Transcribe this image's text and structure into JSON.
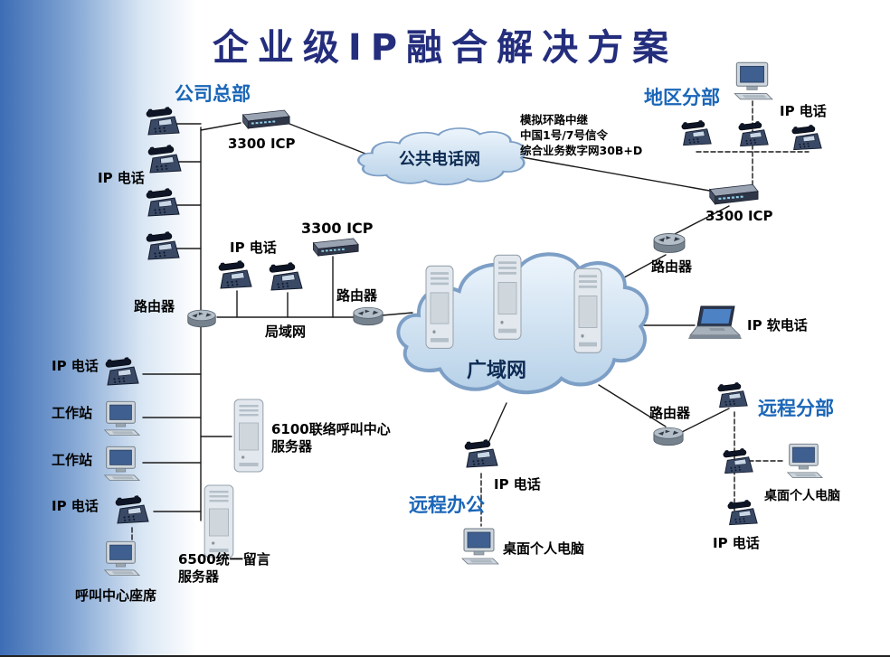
{
  "title": "企业级IP融合解决方案",
  "sections": {
    "hq": "公司总部",
    "regional": "地区分部",
    "remote_branch": "远程分部",
    "remote_office": "远程办公"
  },
  "clouds": {
    "pstn": "公共电话网",
    "wan": "广域网"
  },
  "trunk_note": {
    "line1": "模拟环路中继",
    "line2": "中国1号/7号信令",
    "line3": "综合业务数字网30B+D"
  },
  "labels": {
    "icp_hq": "3300 ICP",
    "icp_lan": "3300 ICP",
    "icp_regional": "3300 ICP",
    "ip_phone_hq": "IP 电话",
    "ip_phone_lan": "IP 电话",
    "ip_phone_regional": "IP 电话",
    "ip_phone_mid": "IP 电话",
    "ip_phone_low": "IP 电话",
    "ip_phone_office": "IP 电话",
    "ip_phone_remote": "IP 电话",
    "router_hq": "路由器",
    "router_lan": "路由器",
    "router_regional": "路由器",
    "router_remote": "路由器",
    "lan": "局域网",
    "softphone": "IP 软电话",
    "workstation_1": "工作站",
    "workstation_2": "工作站",
    "server_6100_line1": "6100联络呼叫中心",
    "server_6100_line2": "服务器",
    "server_6500_line1": "6500统一留言",
    "server_6500_line2": "服务器",
    "agent_seat": "呼叫中心座席",
    "desktop_office": "桌面个人电脑",
    "desktop_remote": "桌面个人电脑"
  },
  "colors": {
    "title": "#242e7d",
    "section_label": "#1a66b8",
    "band_left": "#3d6db5",
    "cloud_fill_light": "#edf5fc",
    "cloud_fill_dark": "#b7d1e8",
    "cloud_stroke": "#7d9fc6",
    "line": "#1a1a1a"
  }
}
